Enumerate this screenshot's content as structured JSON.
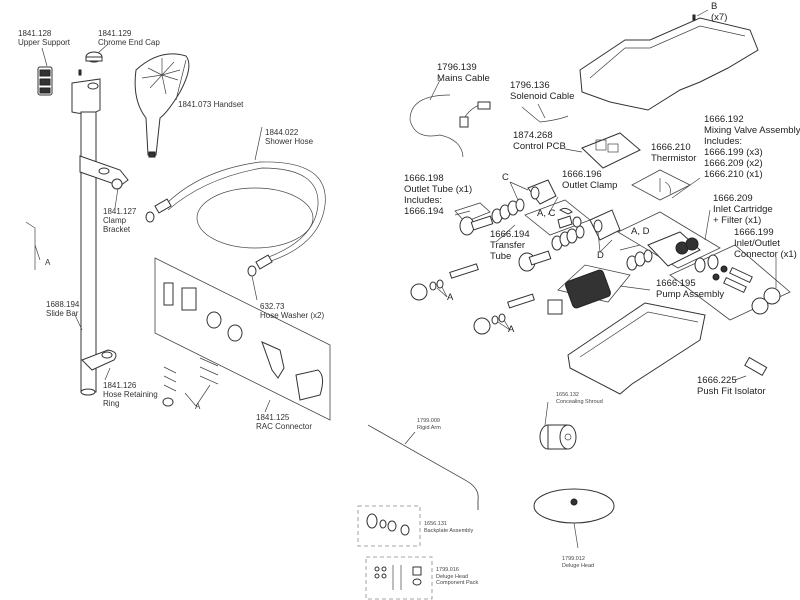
{
  "diagram": {
    "title": "Exploded parts diagram",
    "parts": [
      {
        "id": "upper_support",
        "number": "1841.128",
        "lines": [
          "Upper Support"
        ]
      },
      {
        "id": "chrome_end_cap",
        "number": "1841.129",
        "lines": [
          "Chrome End Cap"
        ]
      },
      {
        "id": "handset",
        "number": "1841.073",
        "lines": [
          "Handset"
        ]
      },
      {
        "id": "clamp_bracket",
        "number": "1841.127",
        "lines": [
          "Clamp",
          "Bracket"
        ]
      },
      {
        "id": "slide_bar",
        "number": "1688.194",
        "lines": [
          "Slide Bar"
        ]
      },
      {
        "id": "hose_retaining_ring",
        "number": "1841.126",
        "lines": [
          "Hose Retaining",
          "Ring"
        ]
      },
      {
        "id": "shower_hose",
        "number": "1844.022",
        "lines": [
          "Shower Hose"
        ]
      },
      {
        "id": "hose_washer",
        "number": "632.73",
        "lines": [
          "Hose Washer (x2)"
        ]
      },
      {
        "id": "rac_connector",
        "number": "1841.125",
        "lines": [
          "RAC Connector"
        ]
      },
      {
        "id": "mains_cable",
        "number": "1796.139",
        "lines": [
          "Mains Cable"
        ]
      },
      {
        "id": "solenoid_cable",
        "number": "1796.136",
        "lines": [
          "Solenoid Cable"
        ]
      },
      {
        "id": "control_pcb",
        "number": "1874.268",
        "lines": [
          "Control PCB"
        ]
      },
      {
        "id": "thermistor",
        "number": "1666.210",
        "lines": [
          "Thermistor"
        ]
      },
      {
        "id": "mixing_valve",
        "number": "1666.192",
        "lines": [
          "Mixing Valve Assembly",
          "Includes:",
          "1666.199 (x3)",
          "1666.209 (x2)",
          "1666.210 (x1)"
        ]
      },
      {
        "id": "outlet_tube",
        "number": "1666.198",
        "lines": [
          "Outlet Tube (x1)",
          "Includes:",
          "1666.194"
        ]
      },
      {
        "id": "outlet_clamp",
        "number": "1666.196",
        "lines": [
          "Outlet Clamp"
        ]
      },
      {
        "id": "transfer_tube",
        "number": "1666.194",
        "lines": [
          "Transfer",
          "Tube"
        ]
      },
      {
        "id": "inlet_cartridge",
        "number": "1666.209",
        "lines": [
          "Inlet Cartridge",
          "+ Filter (x1)"
        ]
      },
      {
        "id": "inlet_outlet_connector",
        "number": "1666.199",
        "lines": [
          "Inlet/Outlet",
          "Connector (x1)"
        ]
      },
      {
        "id": "pump_assembly",
        "number": "1666.195",
        "lines": [
          "Pump Assembly"
        ]
      },
      {
        "id": "push_fit_isolator",
        "number": "1666.225",
        "lines": [
          "Push Fit Isolator"
        ]
      },
      {
        "id": "rigid_arm",
        "number": "1799.009",
        "lines": [
          "Rigid Arm"
        ]
      },
      {
        "id": "concealing_shroud",
        "number": "1656.132",
        "lines": [
          "Concealing Shroud"
        ]
      },
      {
        "id": "backplate_assembly",
        "number": "1656.131",
        "lines": [
          "Backplate Assembly"
        ]
      },
      {
        "id": "deluge_head_pack",
        "number": "1799.016",
        "lines": [
          "Deluge Head",
          "Component Pack"
        ]
      },
      {
        "id": "deluge_head",
        "number": "1799.012",
        "lines": [
          "Deluge Head"
        ]
      }
    ],
    "callouts": {
      "a_allen_key": "A",
      "a_rac_fixings": "A",
      "b_screws": "B",
      "b_qty": "(x7)",
      "c_outlet": "C",
      "ac_clamp": "A, C",
      "d_valve": "D",
      "ad_mixing": "A, D",
      "a_outlet_left": "A",
      "a_outlet_right": "A"
    }
  }
}
